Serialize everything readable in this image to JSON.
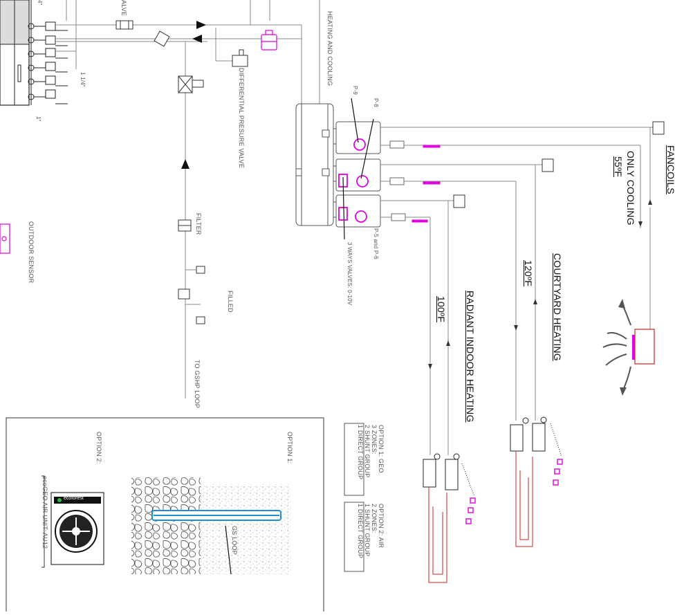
{
  "labels": {
    "valve_partial": "ALVE",
    "heating_cooling": "HEATING AND COOLING",
    "diff_pressure_valve": "DIFFERENTIAL PRESURE VALVE",
    "pipe_4in": "4\"",
    "pipe_1_1_4": "1 1/4\"",
    "pipe_1in": "1\"",
    "outdoor_sensor": "OUTDOOR SENSOR",
    "filter": "FILTER",
    "filled": "FILLED",
    "to_gshp": "TO GSHP LOOP",
    "p9": "P-9",
    "p8": "P-8",
    "p5p6": "P-5 and P-6",
    "three_way": "3 WAYS VALVES: 0-10V",
    "fancoils": "FANCOILS",
    "only_cooling": "ONLY COOLING",
    "temp_55": "55ºF",
    "courtyard": "COURTYARD HEATING",
    "temp_120": "120ºF",
    "radiant": "RADIANT INDOOR HEATING",
    "temp_100": "100ºF",
    "option1": "OPTION 1:",
    "option2": "OPTION 2:",
    "gs_loop": "GS LOOP",
    "air_unit": "ecoGEO AIR UNIT: AU12",
    "brand": "ecoforest",
    "opt1_geo_title": "OPTION 1: GEO",
    "opt1_geo_l1": "3 ZONES:",
    "opt1_geo_l2": "2 SHUNT GROUP",
    "opt1_geo_l3": "1 DIRECT GROUP",
    "opt2_air_title": "OPTION 2: AIR",
    "opt2_air_l1": "2 ZONES:",
    "opt2_air_l2": "1 SHUNT GROUP",
    "opt2_air_l3": "1 DIRECT GROUP"
  },
  "colors": {
    "line": "#8a8a8a",
    "dark": "#222222",
    "magenta": "#e000e0",
    "red": "#d42020",
    "blue": "#1e8fd6"
  }
}
